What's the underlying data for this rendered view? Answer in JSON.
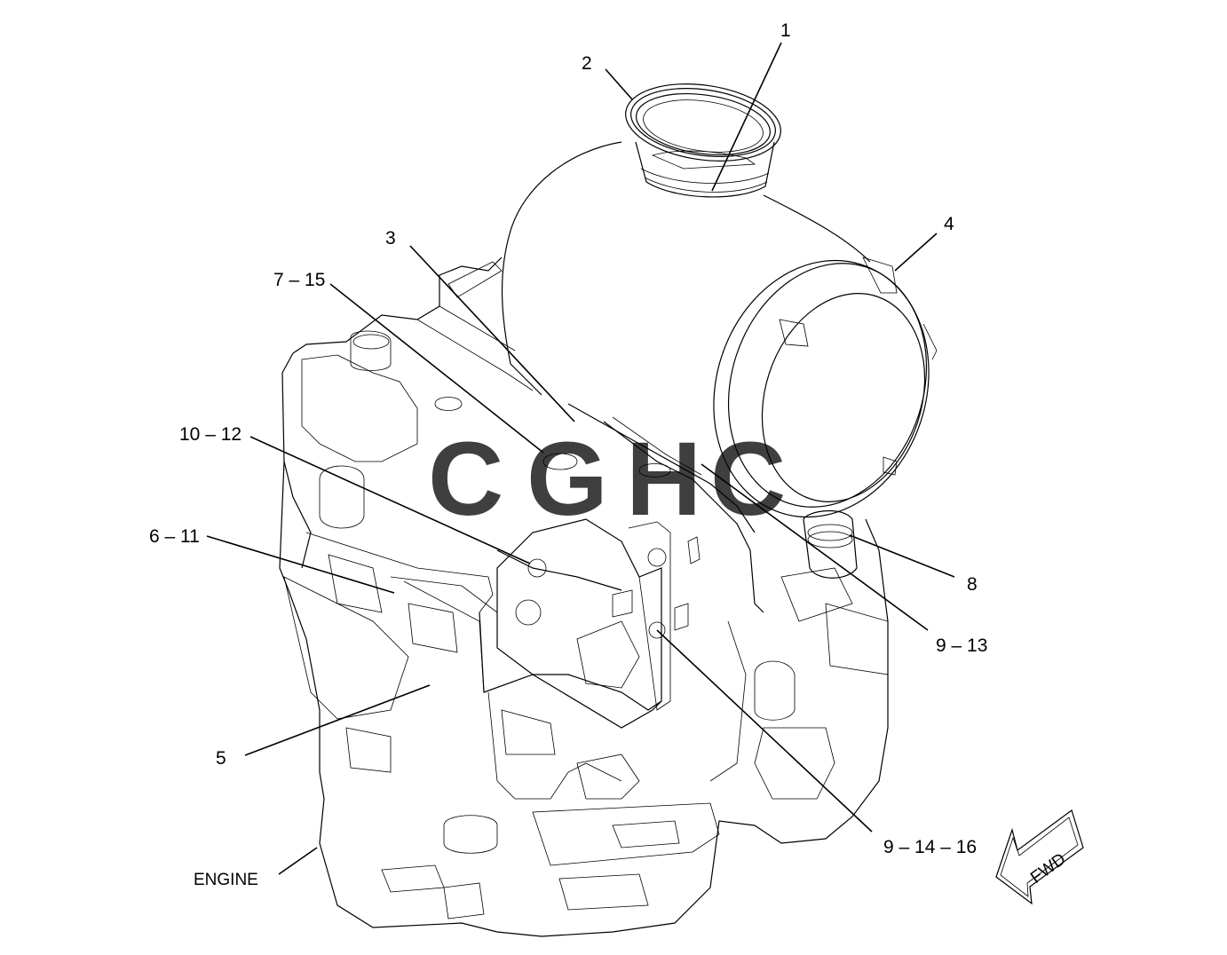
{
  "callouts": {
    "c1": "1",
    "c2": "2",
    "c3": "3",
    "c4": "4",
    "c5": "5",
    "c6_11": "6 – 11",
    "c7_15": "7 – 15",
    "c8": "8",
    "c9_13": "9 – 13",
    "c9_14_16": "9 – 14 – 16",
    "c10_12": "10 – 12"
  },
  "labels": {
    "engine": "ENGINE",
    "fwd": "FWD"
  },
  "watermark": {
    "letters": [
      "C",
      "G",
      "H",
      "C"
    ],
    "colors": [
      "#4285F4",
      "#EA4335",
      "#FBBC05",
      "#34A853"
    ]
  }
}
